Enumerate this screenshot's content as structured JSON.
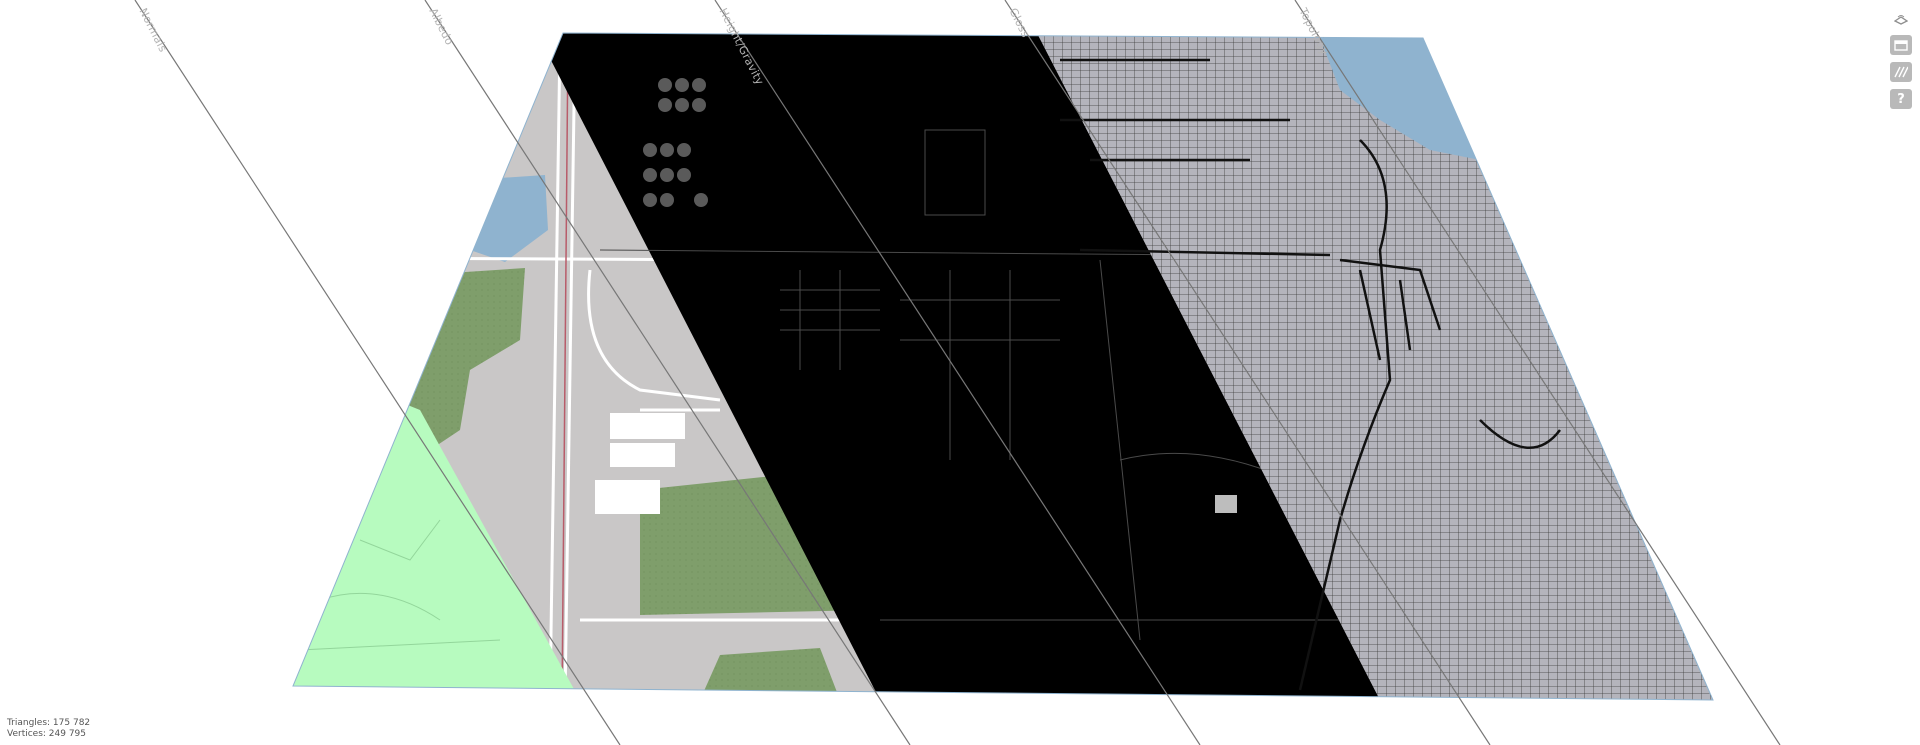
{
  "modes": [
    {
      "id": "normals",
      "label": "Normals"
    },
    {
      "id": "albedo",
      "label": "Albedo"
    },
    {
      "id": "height",
      "label": "Height/Gravity"
    },
    {
      "id": "gloss",
      "label": "Gloss"
    },
    {
      "id": "topology",
      "label": "Topology"
    }
  ],
  "toolbar": {
    "top_icon": "layers-dropdown-icon",
    "buttons": [
      {
        "id": "view",
        "icon": "window-icon"
      },
      {
        "id": "pattern",
        "icon": "hatch-pattern-icon"
      },
      {
        "id": "help",
        "icon": "help-icon",
        "label": "?"
      }
    ]
  },
  "stats": {
    "triangles": "Triangles: 175 782",
    "vertices": "Vertices: 249 795"
  },
  "colors": {
    "normals_tint": "#b7fbbf",
    "map_gray": "#c9c7c7",
    "park_green": "#7f9e6b",
    "water_blue": "#8fb3cf",
    "albedo_black": "#000000",
    "wire_gray": "#a8a8b0"
  }
}
